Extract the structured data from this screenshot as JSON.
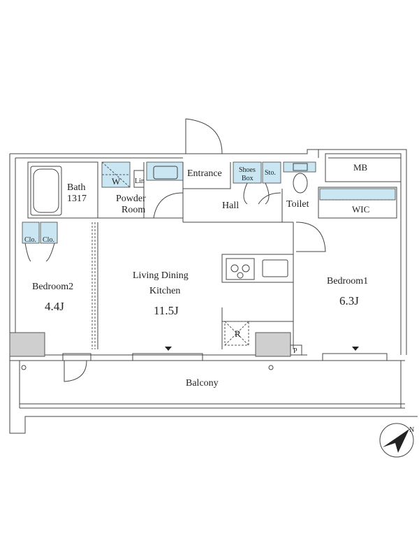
{
  "rooms": {
    "bath": {
      "name": "Bath",
      "size": "1317"
    },
    "washer": {
      "label": "W"
    },
    "linen": {
      "label": "Lin"
    },
    "powder_room": {
      "line1": "Powder",
      "line2": "Room"
    },
    "entrance": {
      "name": "Entrance"
    },
    "shoes_box": {
      "line1": "Shoes",
      "line2": "Box"
    },
    "storage": {
      "label": "Sto."
    },
    "hall": {
      "name": "Hall"
    },
    "toilet": {
      "name": "Toilet"
    },
    "mb": {
      "name": "MB"
    },
    "wic": {
      "name": "WIC"
    },
    "closet_a": {
      "label": "Clo."
    },
    "closet_b": {
      "label": "Clo."
    },
    "bedroom2": {
      "name": "Bedroom2",
      "size": "4.4J"
    },
    "ldk": {
      "line1": "Living Dining",
      "line2": "Kitchen",
      "size": "11.5J"
    },
    "refrigerator": {
      "label": "R"
    },
    "bedroom1": {
      "name": "Bedroom1",
      "size": "6.3J"
    },
    "pipe_space": {
      "label": "P"
    },
    "balcony": {
      "name": "Balcony"
    }
  },
  "compass": {
    "label": "N"
  },
  "colors": {
    "fixture_blue": "#c9e6f2",
    "column_grey": "#cfcfcf",
    "wall_line": "#444444"
  }
}
